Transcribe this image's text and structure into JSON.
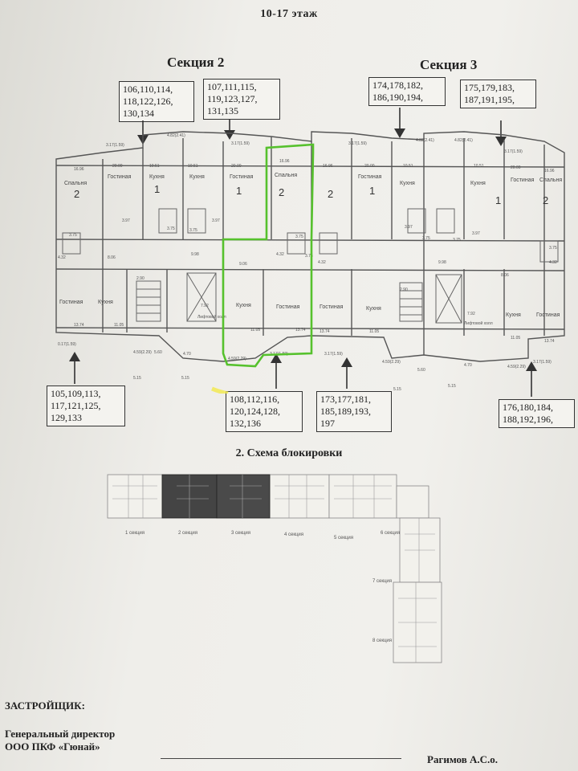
{
  "page": {
    "floor_title": "10-17 этаж",
    "section2_title": "Секция 2",
    "section3_title": "Секция 3",
    "scheme_title": "2.     Схема блокировки",
    "developer_label": "ЗАСТРОЙЩИК:",
    "director_title": "Генеральный директор",
    "company": "ООО ПКФ «Гюнай»",
    "signatory": "Рагимов А.С.о."
  },
  "apartment_groups": {
    "g1": "106,110,114,\n118,122,126,\n130,134",
    "g2": "107,111,115,\n119,123,127,\n131,135",
    "g3": "174,178,182,\n186,190,194,",
    "g4": "175,179,183,\n187,191,195,",
    "g5": "105,109,113,\n117,121,125,\n129,133",
    "g6": "108,112,116,\n120,124,128,\n132,136",
    "g7": "173,177,181,\n185,189,193,\n197",
    "g8": "176,180,184,\n188,192,196,"
  },
  "rooms": {
    "bedroom": "Спальня",
    "living": "Гостиная",
    "kitchen": "Кухня",
    "lift_hall": "Лифтовой холл"
  },
  "areas": {
    "a1": "16.96",
    "a2": "20.00",
    "a3": "10.51",
    "a4": "4.82(2.41)",
    "a5": "3.17(1.59)",
    "a6": "9.98",
    "a7": "13.74",
    "a8": "11.05",
    "a9": "7.92",
    "a10": "5.60",
    "a11": "4.59(2.29)",
    "a12": "4.70",
    "a13": "9.06",
    "a14": "4.32",
    "a15": "8.06",
    "a16": "3.75",
    "a17": "3.97",
    "a18": "5.15",
    "a19": "2.90",
    "a20": "0.17(1.59)"
  },
  "unit_counts": {
    "two": "2",
    "one": "1"
  },
  "scheme_sections": {
    "s1": "1 секция",
    "s2": "2 секция",
    "s3": "3 секция",
    "s4": "4 секция",
    "s5": "5 секция",
    "s6": "6 секция",
    "s7": "7 секция",
    "s8": "8 секция"
  }
}
